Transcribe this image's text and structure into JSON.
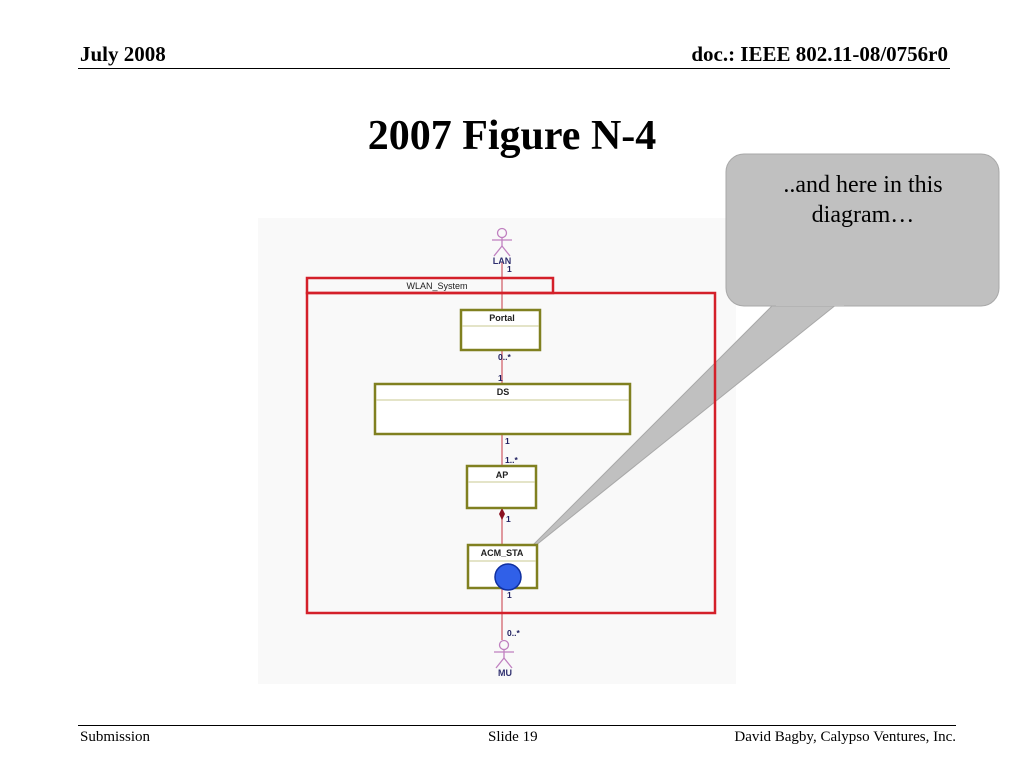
{
  "header": {
    "left": "July 2008",
    "right": "doc.: IEEE 802.11-08/0756r0"
  },
  "title": "2007 Figure N-4",
  "callout": {
    "text": "..and here in this diagram…"
  },
  "diagram": {
    "actors": {
      "top": "LAN",
      "bottom": "MU"
    },
    "system_label": "WLAN_System",
    "classes": {
      "portal": "Portal",
      "ds": "DS",
      "ap": "AP",
      "sta": "ACM_STA"
    },
    "multiplicities": {
      "lan_portal": "1",
      "portal_ds_top": "0..*",
      "portal_ds_bottom": "1",
      "ds_ap_top": "1",
      "ds_ap_bottom": "1..*",
      "ap_sta": "1",
      "sta_mu_top": "1",
      "sta_mu_bottom": "0..*"
    },
    "colors": {
      "system_border": "#d4202a",
      "class_border": "#808020",
      "link": "#d87880",
      "actor": "#c080c0",
      "marker_fill": "#3060e8",
      "callout_fill": "#c0c0c0"
    }
  },
  "footer": {
    "left": "Submission",
    "center": "Slide 19",
    "right": "David Bagby, Calypso Ventures, Inc."
  }
}
